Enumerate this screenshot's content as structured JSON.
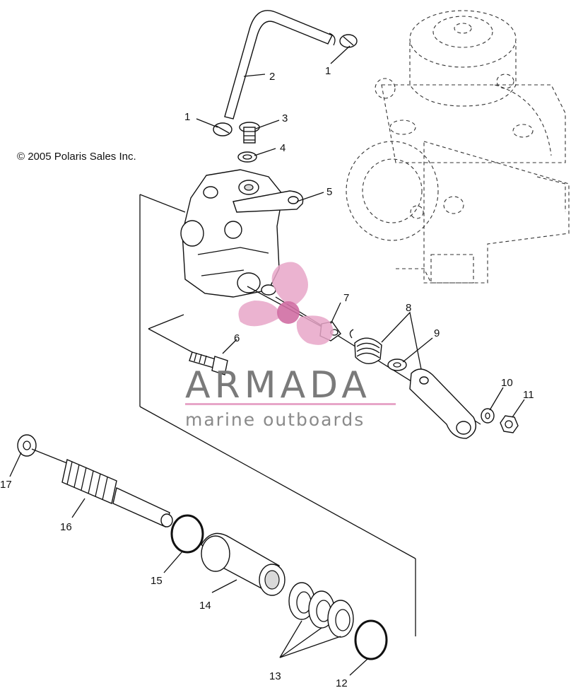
{
  "copyright": "© 2005 Polaris Sales Inc.",
  "watermark": {
    "title": "ARMADA",
    "subtitle": "marine outboards",
    "accent_color": "#e7a6c8",
    "text_color": "#7a7a7a"
  },
  "callouts": {
    "c1a": "1",
    "c1b": "1",
    "c2": "2",
    "c3": "3",
    "c4": "4",
    "c5": "5",
    "c6": "6",
    "c7": "7",
    "c8": "8",
    "c9": "9",
    "c10": "10",
    "c11": "11",
    "c12": "12",
    "c13": "13",
    "c14": "14",
    "c15": "15",
    "c16": "16",
    "c17": "17"
  }
}
